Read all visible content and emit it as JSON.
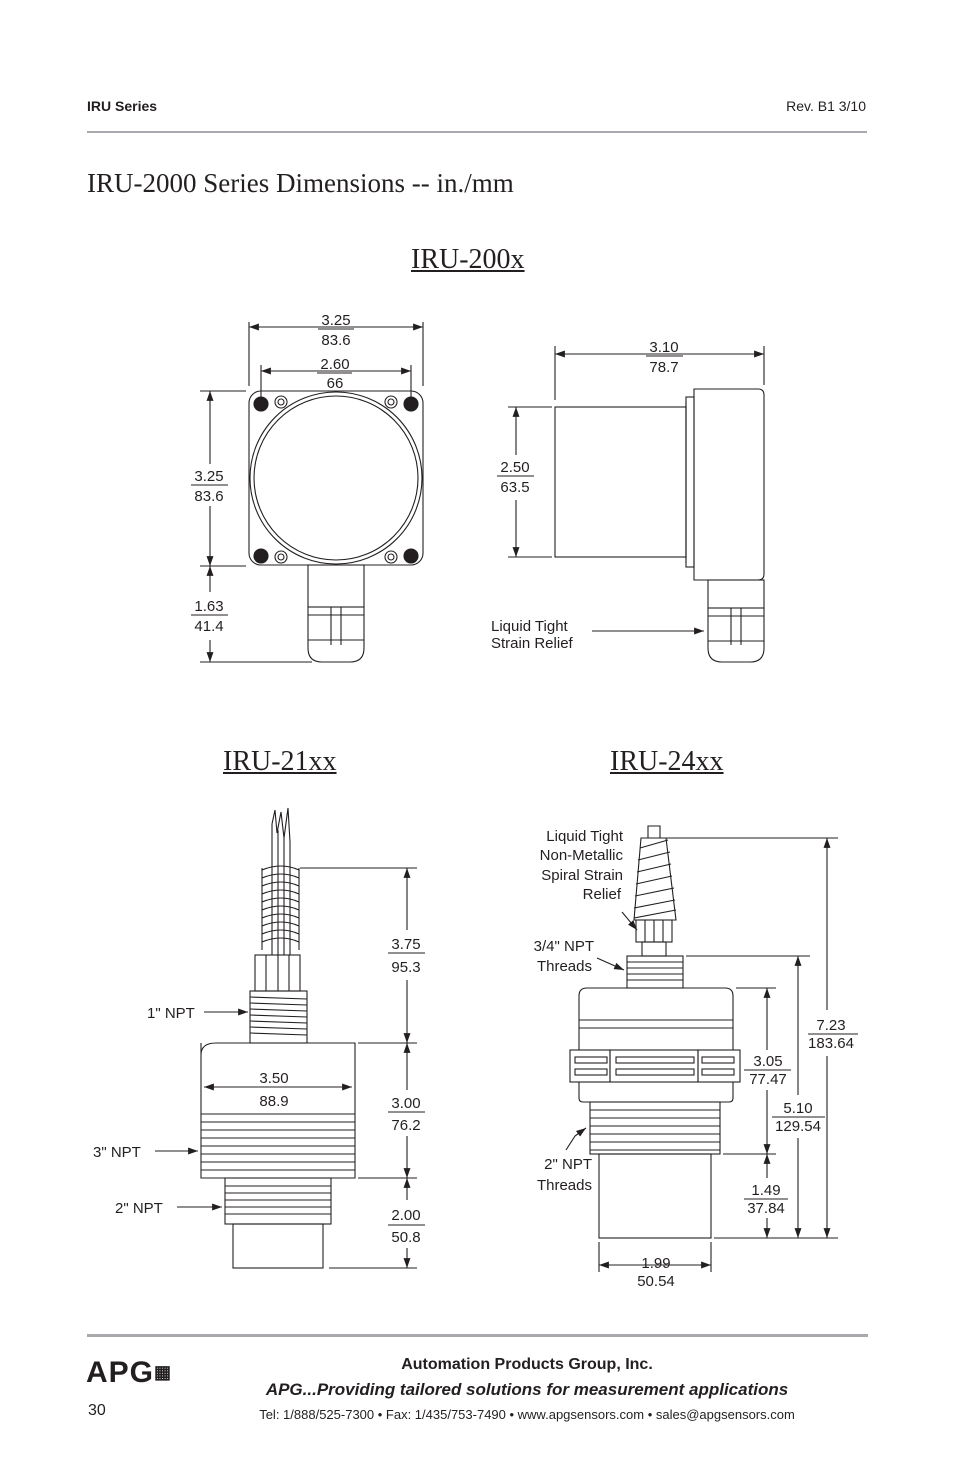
{
  "header": {
    "series": "IRU Series",
    "revision": "Rev. B1 3/10"
  },
  "title": "IRU-2000 Series Dimensions -- in./mm",
  "sections": {
    "iru200x": "IRU-200x",
    "iru21xx": "IRU-21xx",
    "iru24xx": "IRU-24xx"
  },
  "iru200x_front": {
    "width_outer_in": "3.25",
    "width_outer_mm": "83.6",
    "width_inner_in": "2.60",
    "width_inner_mm": "66",
    "height_in": "3.25",
    "height_mm": "83.6",
    "gland_in": "1.63",
    "gland_mm": "41.4"
  },
  "iru200x_side": {
    "depth_in": "3.10",
    "depth_mm": "78.7",
    "body_in": "2.50",
    "body_mm": "63.5",
    "relief_line1": "Liquid Tight",
    "relief_line2": "Strain Relief"
  },
  "iru21xx": {
    "cable_in": "3.75",
    "cable_mm": "95.3",
    "body_in": "3.00",
    "body_mm": "76.2",
    "bottom_in": "2.00",
    "bottom_mm": "50.8",
    "dia_in": "3.50",
    "dia_mm": "88.9",
    "npt1": "1\" NPT",
    "npt3": "3\" NPT",
    "npt2": "2\" NPT"
  },
  "iru24xx": {
    "relief_line1": "Liquid Tight",
    "relief_line2": "Non-Metallic",
    "relief_line3": "Spiral Strain",
    "relief_line4": "Relief",
    "npt34_line1": "3/4\" NPT",
    "npt34_line2": "Threads",
    "npt2_line1": "2\" NPT",
    "npt2_line2": "Threads",
    "total_in": "7.23",
    "total_mm": "183.64",
    "flange_in": "3.05",
    "flange_mm": "77.47",
    "mid_in": "5.10",
    "mid_mm": "129.54",
    "bottom_in": "1.49",
    "bottom_mm": "37.84",
    "dia_in": "1.99",
    "dia_mm": "50.54"
  },
  "footer": {
    "logo": "APG",
    "page": "30",
    "company": "Automation Products Group, Inc.",
    "tagline": "APG...Providing tailored solutions for measurement applications",
    "contact": "Tel: 1/888/525-7300 • Fax: 1/435/753-7490 • www.apgsensors.com • sales@apgsensors.com"
  },
  "colors": {
    "ink": "#231f20",
    "rule": "#a7a9ac"
  }
}
